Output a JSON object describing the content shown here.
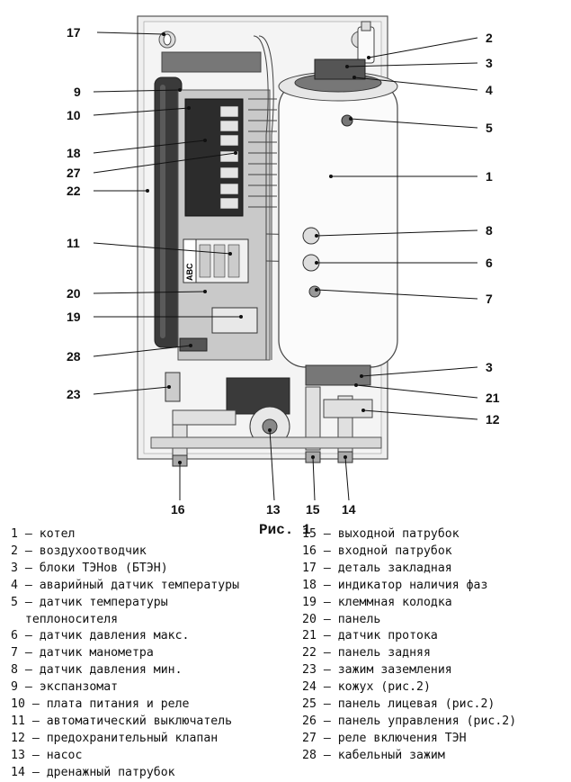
{
  "callouts": {
    "c1": "1",
    "c2": "2",
    "c3a": "3",
    "c3b": "3",
    "c4": "4",
    "c5": "5",
    "c6": "6",
    "c7": "7",
    "c8": "8",
    "c9": "9",
    "c10": "10",
    "c11": "11",
    "c12": "12",
    "c13": "13",
    "c14": "14",
    "c15": "15",
    "c16": "16",
    "c17": "17",
    "c18": "18",
    "c19": "19",
    "c20": "20",
    "c21": "21",
    "c22": "22",
    "c23": "23",
    "c27": "27",
    "c28": "28"
  },
  "panel_labels": {
    "abc": "ABC"
  },
  "caption": "Рис. 1",
  "legend_left": [
    "1 – котел",
    "2 – воздухоотводчик",
    "3 – блоки ТЭНов (БТЭН)",
    "4 – аварийный датчик температуры",
    "5 – датчик температуры",
    "  теплоносителя",
    "6 – датчик давления макс.",
    "7 – датчик манометра",
    "8 – датчик давления мин.",
    "9 – экспанзомат",
    "10 – плата питания и реле",
    "11 – автоматический выключатель",
    "12 – предохранительный клапан",
    "13 – насос",
    "14 – дренажный патрубок"
  ],
  "legend_right": [
    "15 – выходной патрубок",
    "16 – входной патрубок",
    "17 – деталь закладная",
    "18 – индикатор наличия фаз",
    "19 – клеммная колодка",
    "20 – панель",
    "21 – датчик протока",
    "22 – панель задняя",
    "23 – зажим заземления",
    "24 – кожух (рис.2)",
    "25 – панель лицевая (рис.2)",
    "26 – панель управления (рис.2)",
    "27 – реле включения ТЭН",
    "28 – кабельный зажим"
  ]
}
